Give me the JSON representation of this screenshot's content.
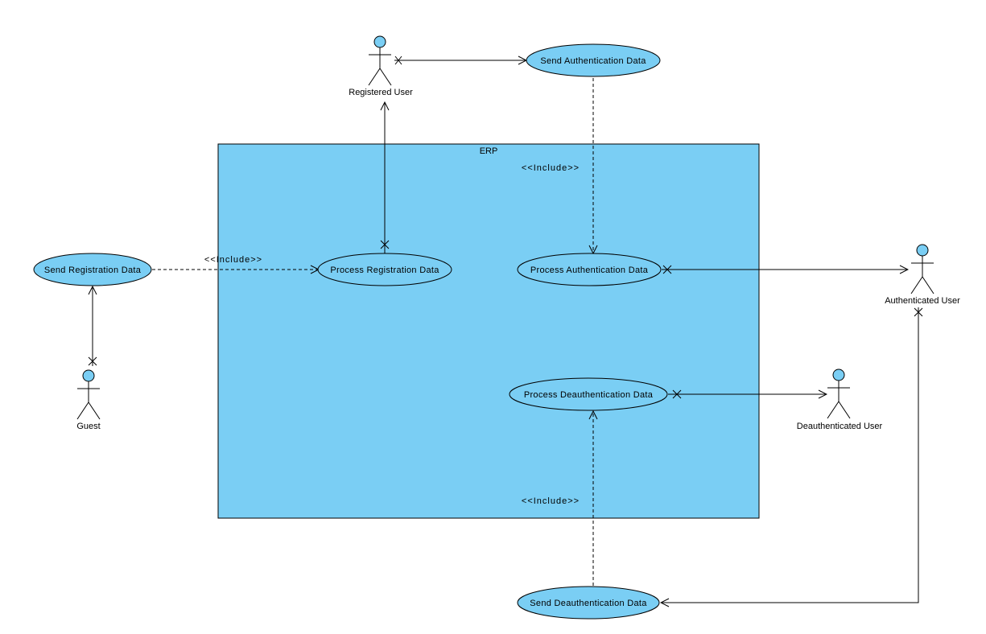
{
  "system": {
    "label": "ERP",
    "fill": "#7ACEF4"
  },
  "colors": {
    "use_case_fill": "#7ACEF4",
    "actor_head_fill": "#7ACEF4",
    "line": "#000000"
  },
  "use_cases": {
    "send_authentication": "Send Authentication Data",
    "send_registration": "Send Registration Data",
    "process_registration": "Process Registration Data",
    "process_authentication": "Process Authentication Data",
    "process_deauthentication": "Process Deauthentication Data",
    "send_deauthentication": "Send Deauthentication Data"
  },
  "actors": {
    "registered_user": "Registered User",
    "guest": "Guest",
    "authenticated_user": "Authenticated User",
    "deauthenticated_user": "Deauthenticated User"
  },
  "relations": {
    "include_top": "<<Include>>",
    "include_left": "<<Include>>",
    "include_bottom": "<<Include>>"
  }
}
